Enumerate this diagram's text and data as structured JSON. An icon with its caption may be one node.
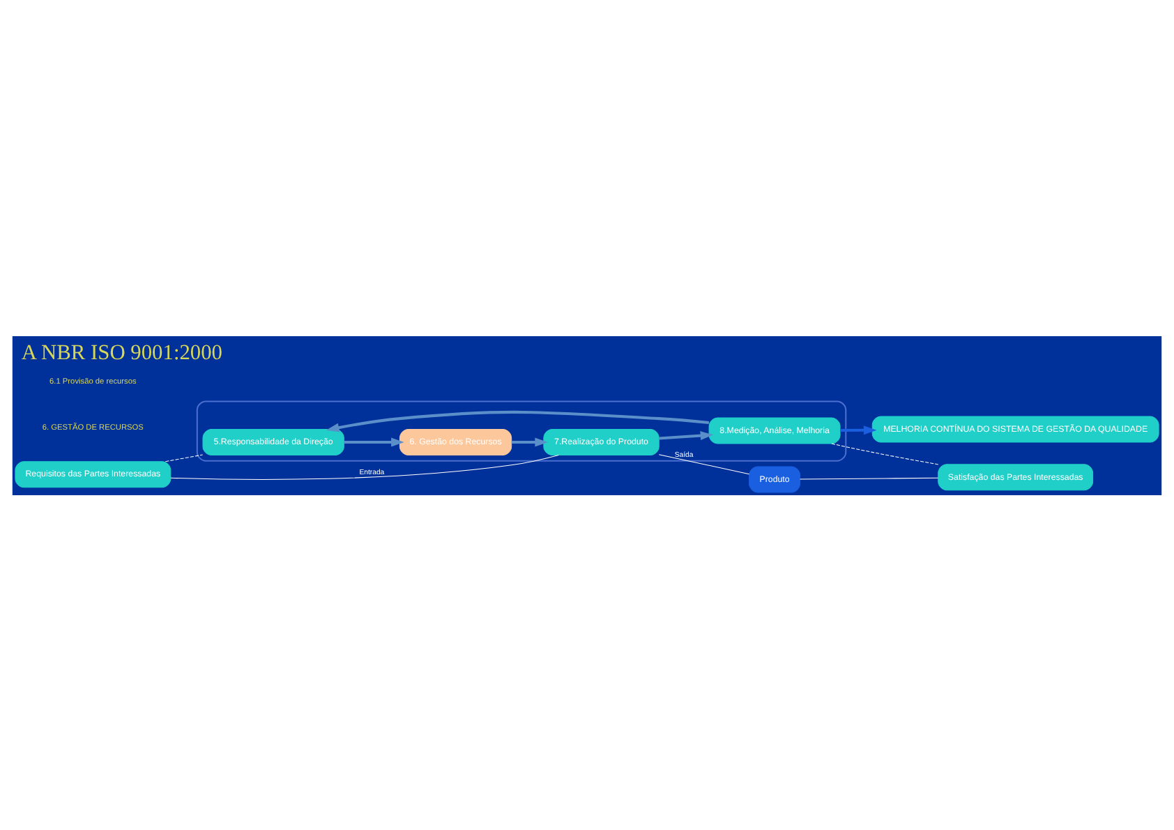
{
  "diagram": {
    "title": "A NBR ISO 9001:2000",
    "nodes": [
      {
        "text": [
          "MELHORIA CONTÍNUA DO SISTEMA DE GESTÃO DA QUALIDADE"
        ]
      },
      {
        "text": [
          "Requisitos das Partes Interessadas"
        ]
      },
      {
        "text": [],
        "shape": "ellipse"
      },
      {
        "text": [
          "5.Responsabilidade da Direção"
        ],
        "in": 2
      },
      {
        "text": [
          "6. Gestão dos Recursos"
        ],
        "in": 2
      },
      {
        "text": [
          "8.Medição, Análise, Melhoria"
        ],
        "in": 2
      },
      {
        "text": [
          "7.Realização do Produto"
        ],
        "in": 2
      },
      {
        "text": [
          "Produto"
        ]
      },
      {
        "text": [
          "Satisfação das Partes Interessadas"
        ]
      }
    ],
    "edges": [
      {
        "from": 1,
        "to": 3,
        "arrow": "none",
        "style": "dashed"
      },
      {
        "from": 3,
        "to": 4,
        "arrow": "to",
        "style": "thick",
        "color": "#5b8fc9"
      },
      {
        "from": 4,
        "to": 6,
        "arrow": "to",
        "style": "thick",
        "color": "#5b8fc9"
      },
      {
        "from": 6,
        "to": 5,
        "arrow": "to",
        "style": "thick",
        "color": "#5b8fc9"
      },
      {
        "from": 5,
        "to": 3,
        "arrow": "to",
        "style": "thick",
        "color": "#5b8fc9"
      },
      {
        "from": 5,
        "to": 0,
        "arrow": "to",
        "style": "thick",
        "color": "#1a5fe0"
      },
      {
        "from": 5,
        "to": 8,
        "arrow": "none",
        "style": "dashed"
      },
      {
        "from": 1,
        "to": 6,
        "arrow": "none",
        "label": "Entrada"
      },
      {
        "from": 6,
        "to": 7,
        "arrow": "none",
        "label": "Saída"
      },
      {
        "from": 7,
        "to": 8,
        "arrow": "none"
      }
    ],
    "labels": [
      "6. GESTÃO DE RECURSOS",
      "6.1 Provisão de recursos"
    ]
  }
}
